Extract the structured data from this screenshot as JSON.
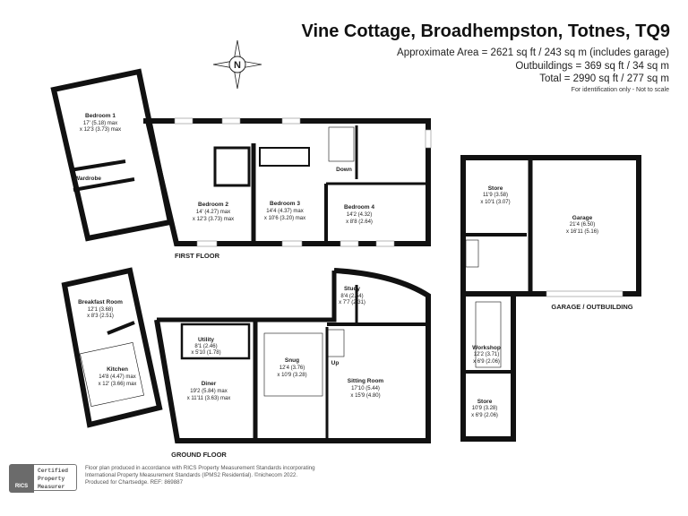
{
  "header": {
    "title": "Vine Cottage, Broadhempston, Totnes, TQ9",
    "area": "Approximate Area = 2621 sq ft / 243 sq m (includes garage)",
    "outbuildings": "Outbuildings = 369 sq ft / 34 sq m",
    "total": "Total = 2990 sq ft / 277 sq m",
    "note": "For identification only - Not to scale"
  },
  "compass": {
    "label": "N"
  },
  "first_floor": {
    "label": "FIRST FLOOR",
    "rooms": [
      {
        "name": "Bedroom 1",
        "dim1": "17' (5.18) max",
        "dim2": "x 12'3 (3.73) max"
      },
      {
        "name": "Wardrobe"
      },
      {
        "name": "Bedroom 2",
        "dim1": "14' (4.27) max",
        "dim2": "x 12'3 (3.73) max"
      },
      {
        "name": "Bedroom 3",
        "dim1": "14'4 (4.37) max",
        "dim2": "x 10'6 (3.20) max"
      },
      {
        "name": "Bedroom 4",
        "dim1": "14'2 (4.32)",
        "dim2": "x 8'8 (2.64)"
      }
    ],
    "stairs_label": "Down"
  },
  "ground_floor": {
    "label": "GROUND FLOOR",
    "rooms": [
      {
        "name": "Breakfast Room",
        "dim1": "12'1 (3.68)",
        "dim2": "x 8'3 (2.51)"
      },
      {
        "name": "Kitchen",
        "dim1": "14'8 (4.47) max",
        "dim2": "x 12' (3.66) max"
      },
      {
        "name": "Utility",
        "dim1": "8'1 (2.46)",
        "dim2": "x 5'10 (1.78)"
      },
      {
        "name": "Diner",
        "dim1": "19'2 (5.84) max",
        "dim2": "x 11'11 (3.63) max"
      },
      {
        "name": "Snug",
        "dim1": "12'4 (3.76)",
        "dim2": "x 10'9 (3.28)"
      },
      {
        "name": "Study",
        "dim1": "8'4 (2.54)",
        "dim2": "x 7'7 (2.31)"
      },
      {
        "name": "Sitting Room",
        "dim1": "17'10 (5.44)",
        "dim2": "x 15'9 (4.80)"
      }
    ],
    "stairs_label": "Up"
  },
  "outbuilding": {
    "label": "GARAGE / OUTBUILDING",
    "rooms": [
      {
        "name": "Store",
        "dim1": "11'9 (3.58)",
        "dim2": "x 10'1 (3.07)"
      },
      {
        "name": "Garage",
        "dim1": "21'4 (6.50)",
        "dim2": "x 16'11 (5.16)"
      },
      {
        "name": "Workshop",
        "dim1": "12'2 (3.71)",
        "dim2": "x 6'9 (2.06)"
      },
      {
        "name": "Store",
        "dim1": "10'9 (3.28)",
        "dim2": "x 6'9 (2.06)"
      }
    ]
  },
  "footer": {
    "badge_logo": "RICS",
    "badge_text": [
      "Certified",
      "Property",
      "Measurer"
    ],
    "line1": "Floor plan produced in accordance with RICS Property Measurement Standards incorporating",
    "line2": "International Property Measurement Standards (IPMS2 Residential).  ©nichecom 2022.",
    "line3": "Produced for Chartsedge.   REF: 869887"
  }
}
